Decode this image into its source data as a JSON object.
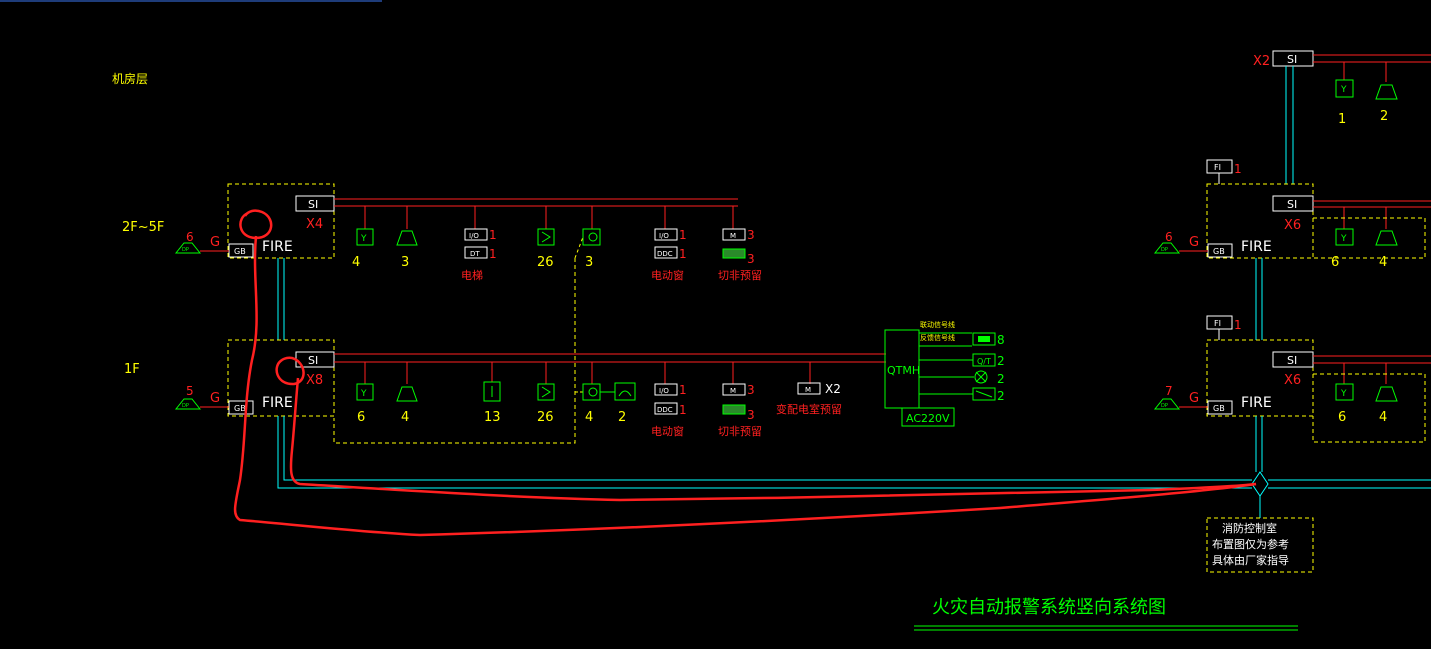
{
  "floors": {
    "machine_room": "机房层",
    "f2_5": "2F~5F",
    "f1": "1F"
  },
  "panel": {
    "label": "FIRE",
    "si": "SI",
    "gb": "GB",
    "g": "G",
    "dp": "DP",
    "fi": "FI"
  },
  "left_panels": {
    "upper": {
      "tag": "X4",
      "dp_count": "6"
    },
    "lower": {
      "tag": "X8",
      "dp_count": "5"
    }
  },
  "right_panels": {
    "top": {
      "tag": "X2",
      "c1": "1",
      "c2": "2"
    },
    "upper": {
      "tag": "X6",
      "dp_count": "6",
      "fi_count": "1",
      "c1": "6",
      "c2": "4"
    },
    "lower": {
      "tag": "X6",
      "dp_count": "7",
      "fi_count": "1",
      "c1": "6",
      "c2": "4"
    }
  },
  "upper_devices": {
    "smoke": "4",
    "heat": "3",
    "io1": "I/O",
    "io1_count": "1",
    "dt": "DT",
    "dt_count": "1",
    "elevator": "电梯",
    "hydrant": "26",
    "bell": "3",
    "io2": "I/O",
    "io2_count": "1",
    "ddc": "DDC",
    "ddc_count": "1",
    "window": "电动窗",
    "m": "M",
    "m_count": "3",
    "fan_count": "3",
    "cutoff": "切非预留"
  },
  "lower_devices": {
    "smoke": "6",
    "heat": "4",
    "manual": "13",
    "hydrant": "26",
    "bell": "4",
    "phone": "2",
    "io": "I/O",
    "io_count": "1",
    "ddc": "DDC",
    "ddc_count": "1",
    "window": "电动窗",
    "m": "M",
    "m_count": "3",
    "fan_count": "3",
    "cutoff": "切非预留",
    "m2": "M",
    "m2_count": "X2",
    "substation": "变配电室预留"
  },
  "qtmh": {
    "label": "QTMH",
    "power": "AC220V",
    "line1": "联动信号线",
    "line2": "反馈信号线",
    "out1_count": "8",
    "out2": "Q/T",
    "out2_count": "2",
    "out3_count": "2",
    "out4_count": "2"
  },
  "control_room": [
    "消防控制室",
    "布置图仅为参考",
    "具体由厂家指导"
  ],
  "title": "火灾自动报警系统竖向系统图"
}
